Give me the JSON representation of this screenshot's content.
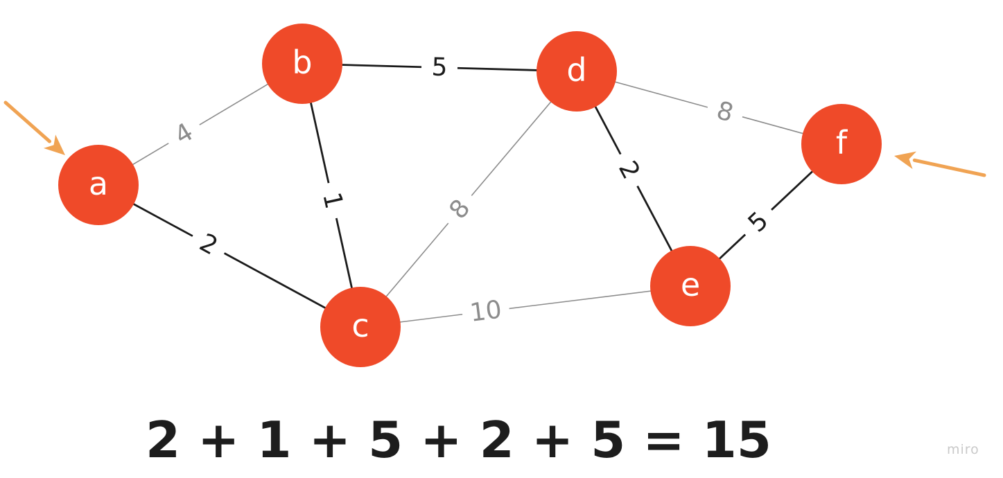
{
  "colors": {
    "node_fill": "#ef4a29",
    "node_text": "#ffffff",
    "path_edge": "#1b1b1b",
    "other_edge": "#8c8c8c",
    "arrow": "#f0a353",
    "equation_text": "#1d1d1d"
  },
  "nodes": [
    {
      "id": "a",
      "label": "a"
    },
    {
      "id": "b",
      "label": "b"
    },
    {
      "id": "c",
      "label": "c"
    },
    {
      "id": "d",
      "label": "d"
    },
    {
      "id": "e",
      "label": "e"
    },
    {
      "id": "f",
      "label": "f"
    }
  ],
  "edges": [
    {
      "from": "a",
      "to": "b",
      "weight": "4",
      "on_path": false
    },
    {
      "from": "a",
      "to": "c",
      "weight": "2",
      "on_path": true
    },
    {
      "from": "b",
      "to": "c",
      "weight": "1",
      "on_path": true
    },
    {
      "from": "b",
      "to": "d",
      "weight": "5",
      "on_path": true
    },
    {
      "from": "c",
      "to": "d",
      "weight": "8",
      "on_path": false
    },
    {
      "from": "c",
      "to": "e",
      "weight": "10",
      "on_path": false
    },
    {
      "from": "d",
      "to": "e",
      "weight": "2",
      "on_path": true
    },
    {
      "from": "d",
      "to": "f",
      "weight": "8",
      "on_path": false
    },
    {
      "from": "e",
      "to": "f",
      "weight": "5",
      "on_path": true
    }
  ],
  "markers": [
    {
      "name": "start-arrow",
      "points_to": "a"
    },
    {
      "name": "end-arrow",
      "points_to": "f"
    }
  ],
  "equation": "2 + 1 + 5 + 2 + 5 = 15",
  "watermark": "miro"
}
